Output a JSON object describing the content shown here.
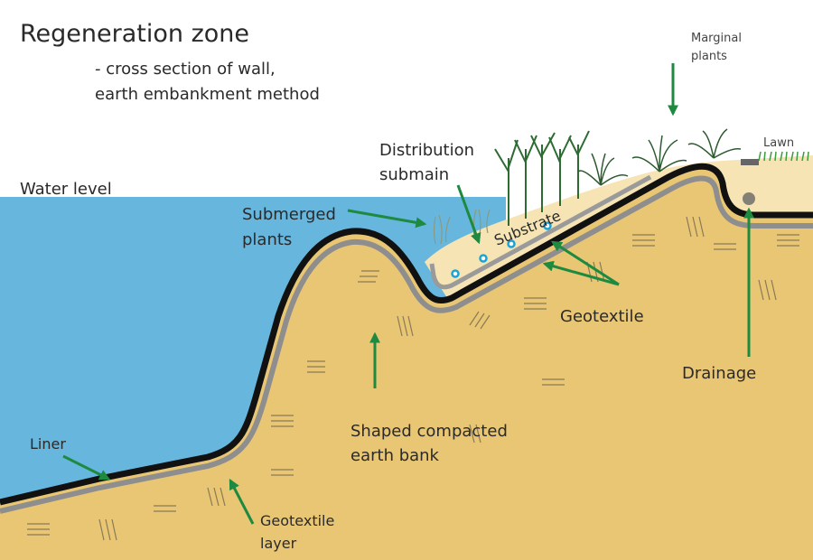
{
  "title": "Regeneration zone",
  "subtitle_line1": "- cross section of wall,",
  "subtitle_line2": "earth embankment method",
  "labels": {
    "water_level": "Water level",
    "submerged_1": "Submerged",
    "submerged_2": "plants",
    "distribution_1": "Distribution",
    "distribution_2": "submain",
    "substrate": "Substrate",
    "marginal_1": "Marginal",
    "marginal_2": "plants",
    "lawn": "Lawn",
    "geotextile": "Geotextile",
    "drainage": "Drainage",
    "bank_1": "Shaped compacted",
    "bank_2": "earth bank",
    "liner": "Liner",
    "geo_layer_1": "Geotextile",
    "geo_layer_2": "layer"
  },
  "colors": {
    "water": "#67b6dd",
    "earth": "#e9c674",
    "substrate": "#f6e4b4",
    "liner": "#111111",
    "geotextile": "#8e8e8e",
    "arrow": "#1d8a3f",
    "plant": "#2d6b32"
  }
}
